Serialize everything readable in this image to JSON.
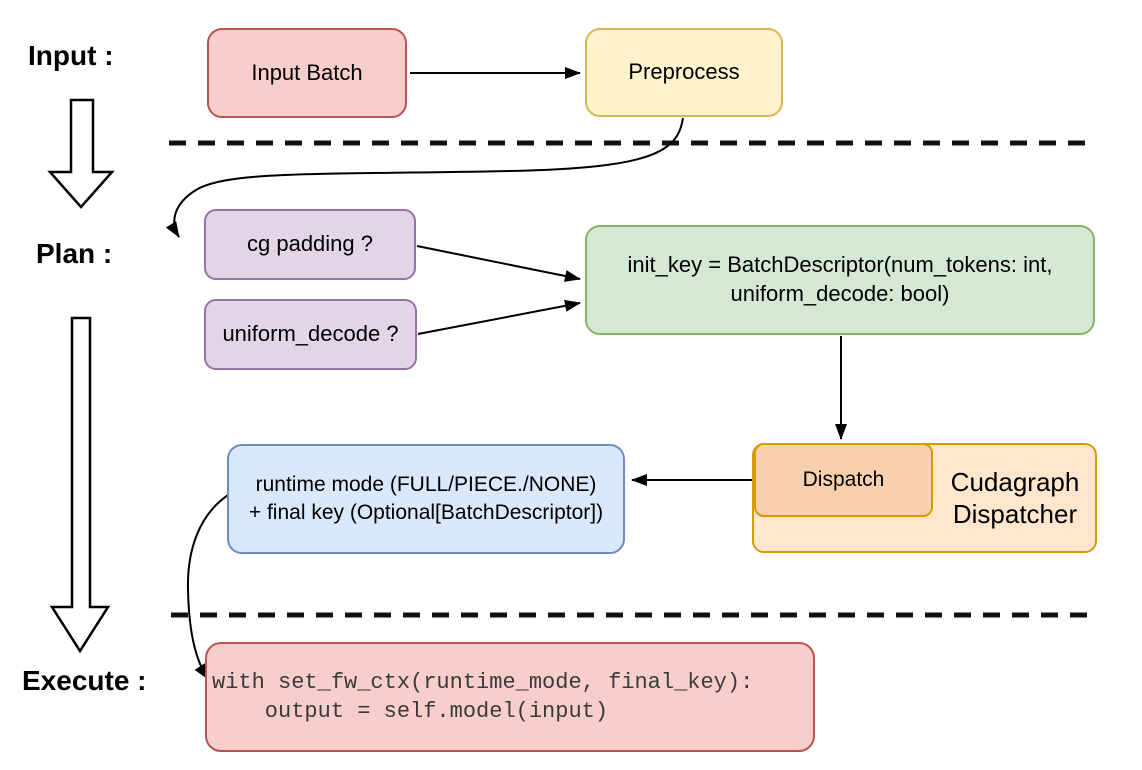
{
  "stage_labels": {
    "input": "Input :",
    "plan": "Plan :",
    "execute": "Execute :"
  },
  "nodes": {
    "input_batch": {
      "label": "Input Batch",
      "fill": "#f8cecc",
      "stroke": "#b85450"
    },
    "preprocess": {
      "label": "Preprocess",
      "fill": "#fff2cc",
      "stroke": "#d6b656"
    },
    "cg_padding": {
      "label": "cg padding ?",
      "fill": "#e1d5e7",
      "stroke": "#9673a6"
    },
    "uniform_decode": {
      "label": "uniform_decode ?",
      "fill": "#e1d5e7",
      "stroke": "#9673a6"
    },
    "init_key": {
      "label": "init_key = BatchDescriptor(num_tokens: int, uniform_decode: bool)",
      "fill": "#d5e8d4",
      "stroke": "#82b366"
    },
    "dispatch": {
      "label": "Dispatch",
      "fill": "#f9d0ae",
      "stroke": "#d79b00"
    },
    "cudagraph_dispatcher": {
      "label": "Cudagraph Dispatcher",
      "fill": "#ffe6cc",
      "stroke": "#d79b00"
    },
    "runtime_mode": {
      "line1": "runtime mode (FULL/PIECE./NONE)",
      "line2": "+ final key (Optional[BatchDescriptor])",
      "fill": "#dae8fc",
      "stroke": "#6c8ebf"
    },
    "execute_code": {
      "line1": "with set_fw_ctx(runtime_mode, final_key):",
      "line2": "    output = self.model(input)",
      "fill": "#f8cecc",
      "stroke": "#b85450"
    }
  },
  "connectors": [
    {
      "from": "input_batch",
      "to": "preprocess",
      "style": "straight-arrow"
    },
    {
      "from": "preprocess",
      "to": "cg_padding",
      "style": "curved-arrow"
    },
    {
      "from": "cg_padding",
      "to": "init_key",
      "style": "straight-arrow"
    },
    {
      "from": "uniform_decode",
      "to": "init_key",
      "style": "straight-arrow"
    },
    {
      "from": "init_key",
      "to": "dispatch",
      "style": "straight-arrow"
    },
    {
      "from": "dispatch",
      "to": "runtime_mode",
      "style": "straight-arrow"
    },
    {
      "from": "runtime_mode",
      "to": "execute_code",
      "style": "curved-arrow"
    },
    {
      "from": "input-stage",
      "to": "plan-stage",
      "style": "big-hollow-arrow"
    },
    {
      "from": "plan-stage",
      "to": "execute-stage",
      "style": "big-hollow-arrow"
    }
  ],
  "dividers": [
    {
      "name": "input-plan-divider",
      "style": "dashed"
    },
    {
      "name": "plan-execute-divider",
      "style": "dashed"
    }
  ]
}
